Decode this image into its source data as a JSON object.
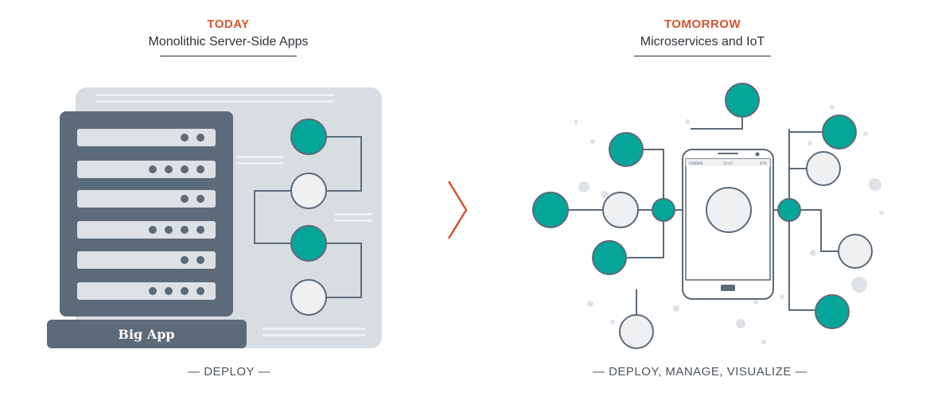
{
  "left_panel": {
    "kicker": "TODAY",
    "subtitle": "Monolithic Server-Side Apps",
    "big_app_label": "Big App",
    "footer": "— DEPLOY —"
  },
  "right_panel": {
    "kicker": "TOMORROW",
    "subtitle": "Microservices and IoT",
    "footer": "— DEPLOY, MANAGE, VISUALIZE —",
    "phone_status_left": "CARRIER",
    "phone_status_time": "12:47",
    "phone_status_right": "47%"
  },
  "colors": {
    "accent": "#d9532f",
    "teal": "#05a59a",
    "server_dark": "#5d6a78",
    "panel_bg": "#d8dde2",
    "node_light": "#eef0f2"
  }
}
